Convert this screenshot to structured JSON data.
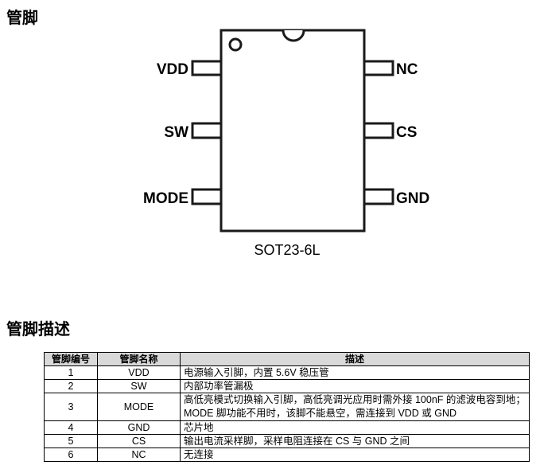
{
  "section1_title": "管脚",
  "package": {
    "name": "SOT23-6L",
    "left_pins": [
      "VDD",
      "SW",
      "MODE"
    ],
    "right_pins": [
      "NC",
      "CS",
      "GND"
    ]
  },
  "section2_title": "管脚描述",
  "table": {
    "headers": [
      "管脚编号",
      "管脚名称",
      "描述"
    ],
    "rows": [
      {
        "num": "1",
        "name": "VDD",
        "desc": "电源输入引脚，内置 5.6V 稳压管"
      },
      {
        "num": "2",
        "name": "SW",
        "desc": "内部功率管漏极"
      },
      {
        "num": "3",
        "name": "MODE",
        "desc": "高低亮模式切换输入引脚，高低亮调光应用时需外接 100nF 的滤波电容到地；MODE 脚功能不用时，该脚不能悬空，需连接到 VDD 或 GND"
      },
      {
        "num": "4",
        "name": "GND",
        "desc": "芯片地"
      },
      {
        "num": "5",
        "name": "CS",
        "desc": "输出电流采样脚，采样电阻连接在 CS 与 GND 之间"
      },
      {
        "num": "6",
        "name": "NC",
        "desc": "无连接"
      }
    ]
  }
}
